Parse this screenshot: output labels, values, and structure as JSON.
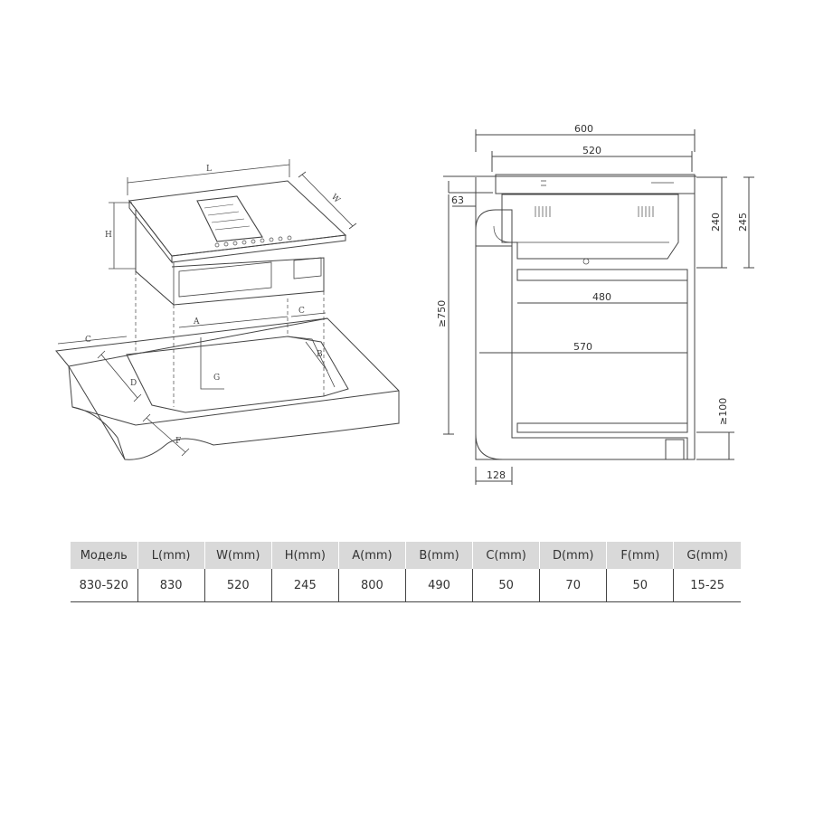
{
  "iso": {
    "labels": {
      "L": "L",
      "W": "W",
      "H": "H",
      "A": "A",
      "C": "C",
      "C2": "C",
      "B": "B",
      "D": "D",
      "G": "G",
      "F": "F"
    }
  },
  "side": {
    "dims": {
      "d600": "600",
      "d520": "520",
      "d63": "63",
      "d240": "240",
      "d245": "245",
      "d480": "480",
      "d570": "570",
      "d750": "≥750",
      "d100": "≥100",
      "d128": "128"
    }
  },
  "table": {
    "headers": [
      "Модель",
      "L(mm)",
      "W(mm)",
      "H(mm)",
      "A(mm)",
      "B(mm)",
      "C(mm)",
      "D(mm)",
      "F(mm)",
      "G(mm)"
    ],
    "row": [
      "830-520",
      "830",
      "520",
      "245",
      "800",
      "490",
      "50",
      "70",
      "50",
      "15-25"
    ]
  }
}
